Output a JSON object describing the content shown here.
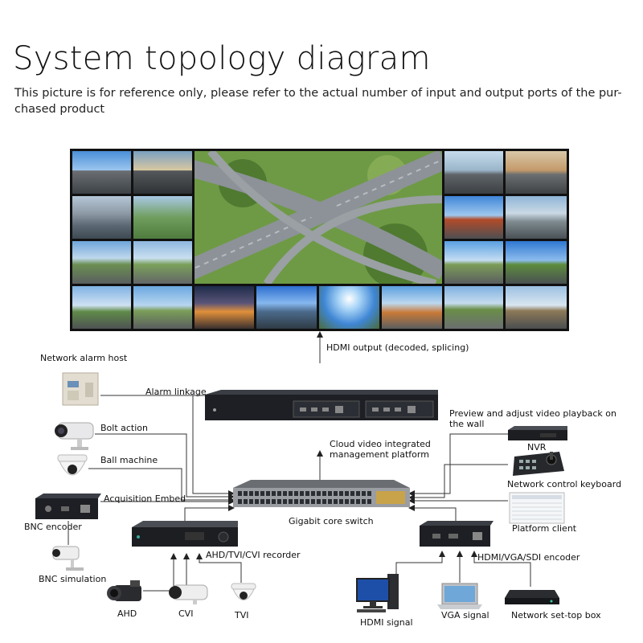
{
  "header": {
    "title": "System topology diagram",
    "subtitle": "This picture is for reference only, please refer to the actual number of input and output ports of the pur-chased product"
  },
  "labels": {
    "hdmi_output": "HDMI output (decoded, splicing)",
    "network_alarm_host": "Network alarm host",
    "alarm_linkage": "Alarm linkage",
    "bolt_action": "Bolt action",
    "ball_machine": "Ball machine",
    "acquisition_embed": "Acquisition Embed",
    "bnc_encoder": "BNC encoder",
    "bnc_simulation": "BNC simulation",
    "recorder": "AHD/TVI/CVI recorder",
    "ahd": "AHD",
    "cvi": "CVI",
    "tvi": "TVI",
    "cloud_platform": "Cloud video integrated management platform",
    "gigabit_switch": "Gigabit core switch",
    "preview_adjust": "Preview and adjust video playback on the wall",
    "nvr": "NVR",
    "network_keyboard": "Network control keyboard",
    "platform_client": "Platform client",
    "hdmi_vga_sdi_encoder": "HDMI/VGA/SDI encoder",
    "hdmi_signal": "HDMI signal",
    "vga_signal": "VGA signal",
    "set_top_box": "Network set-top box"
  },
  "colors": {
    "wire": "#333333",
    "wall_frame": "#111111",
    "device_body": "#1d1f24"
  }
}
